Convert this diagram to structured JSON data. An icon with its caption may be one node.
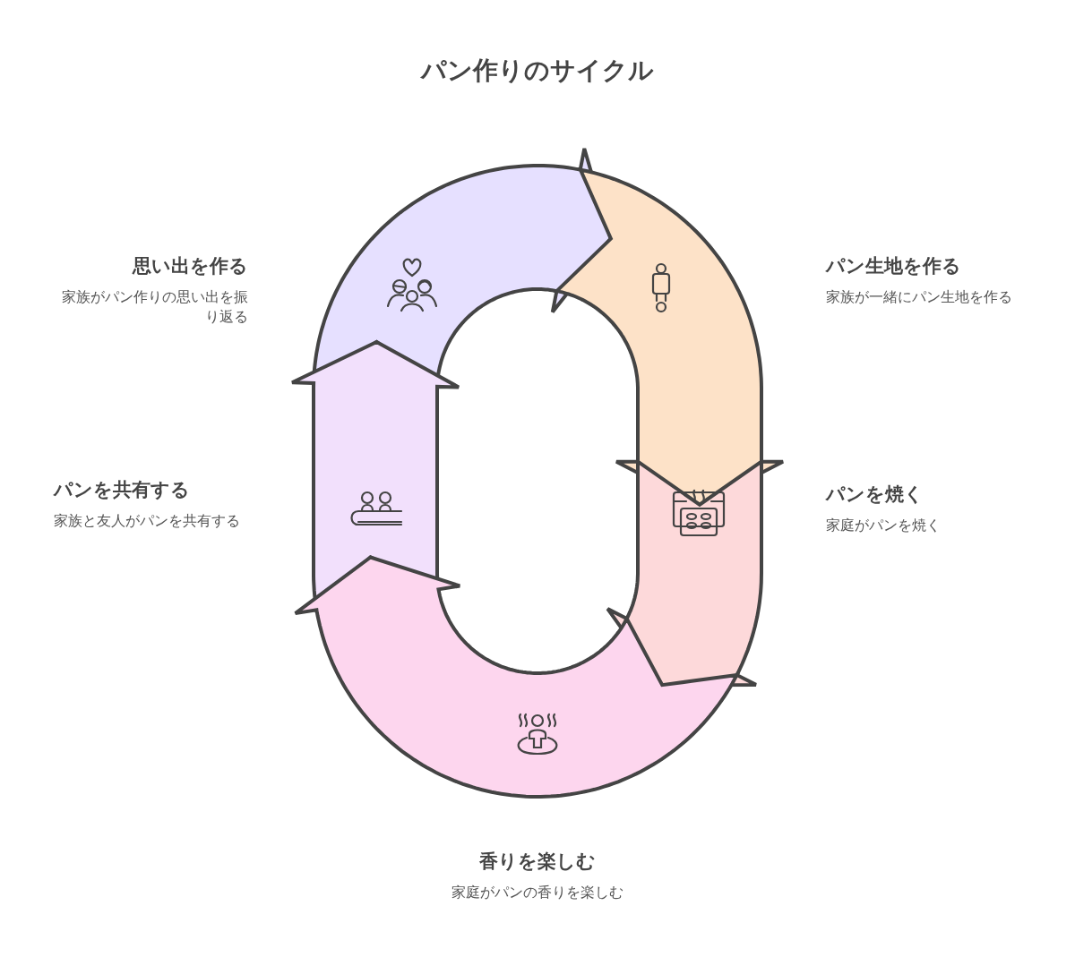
{
  "diagram": {
    "title": "パン作りのサイクル",
    "nodes": [
      {
        "text": [
          "思い出を作る",
          "家族がパン作りの思い出を振り返る"
        ]
      },
      {
        "text": [
          "パン生地を作る",
          "家族が一緒にパン生地を作る"
        ]
      },
      {
        "text": [
          "パンを共有する",
          "家族と友人がパンを共有する"
        ]
      },
      {
        "text": [
          "パンを焼く",
          "家庭がパンを焼く"
        ]
      },
      {
        "text": [
          "香りを楽しむ",
          "家庭がパンの香りを楽しむ"
        ]
      }
    ]
  }
}
